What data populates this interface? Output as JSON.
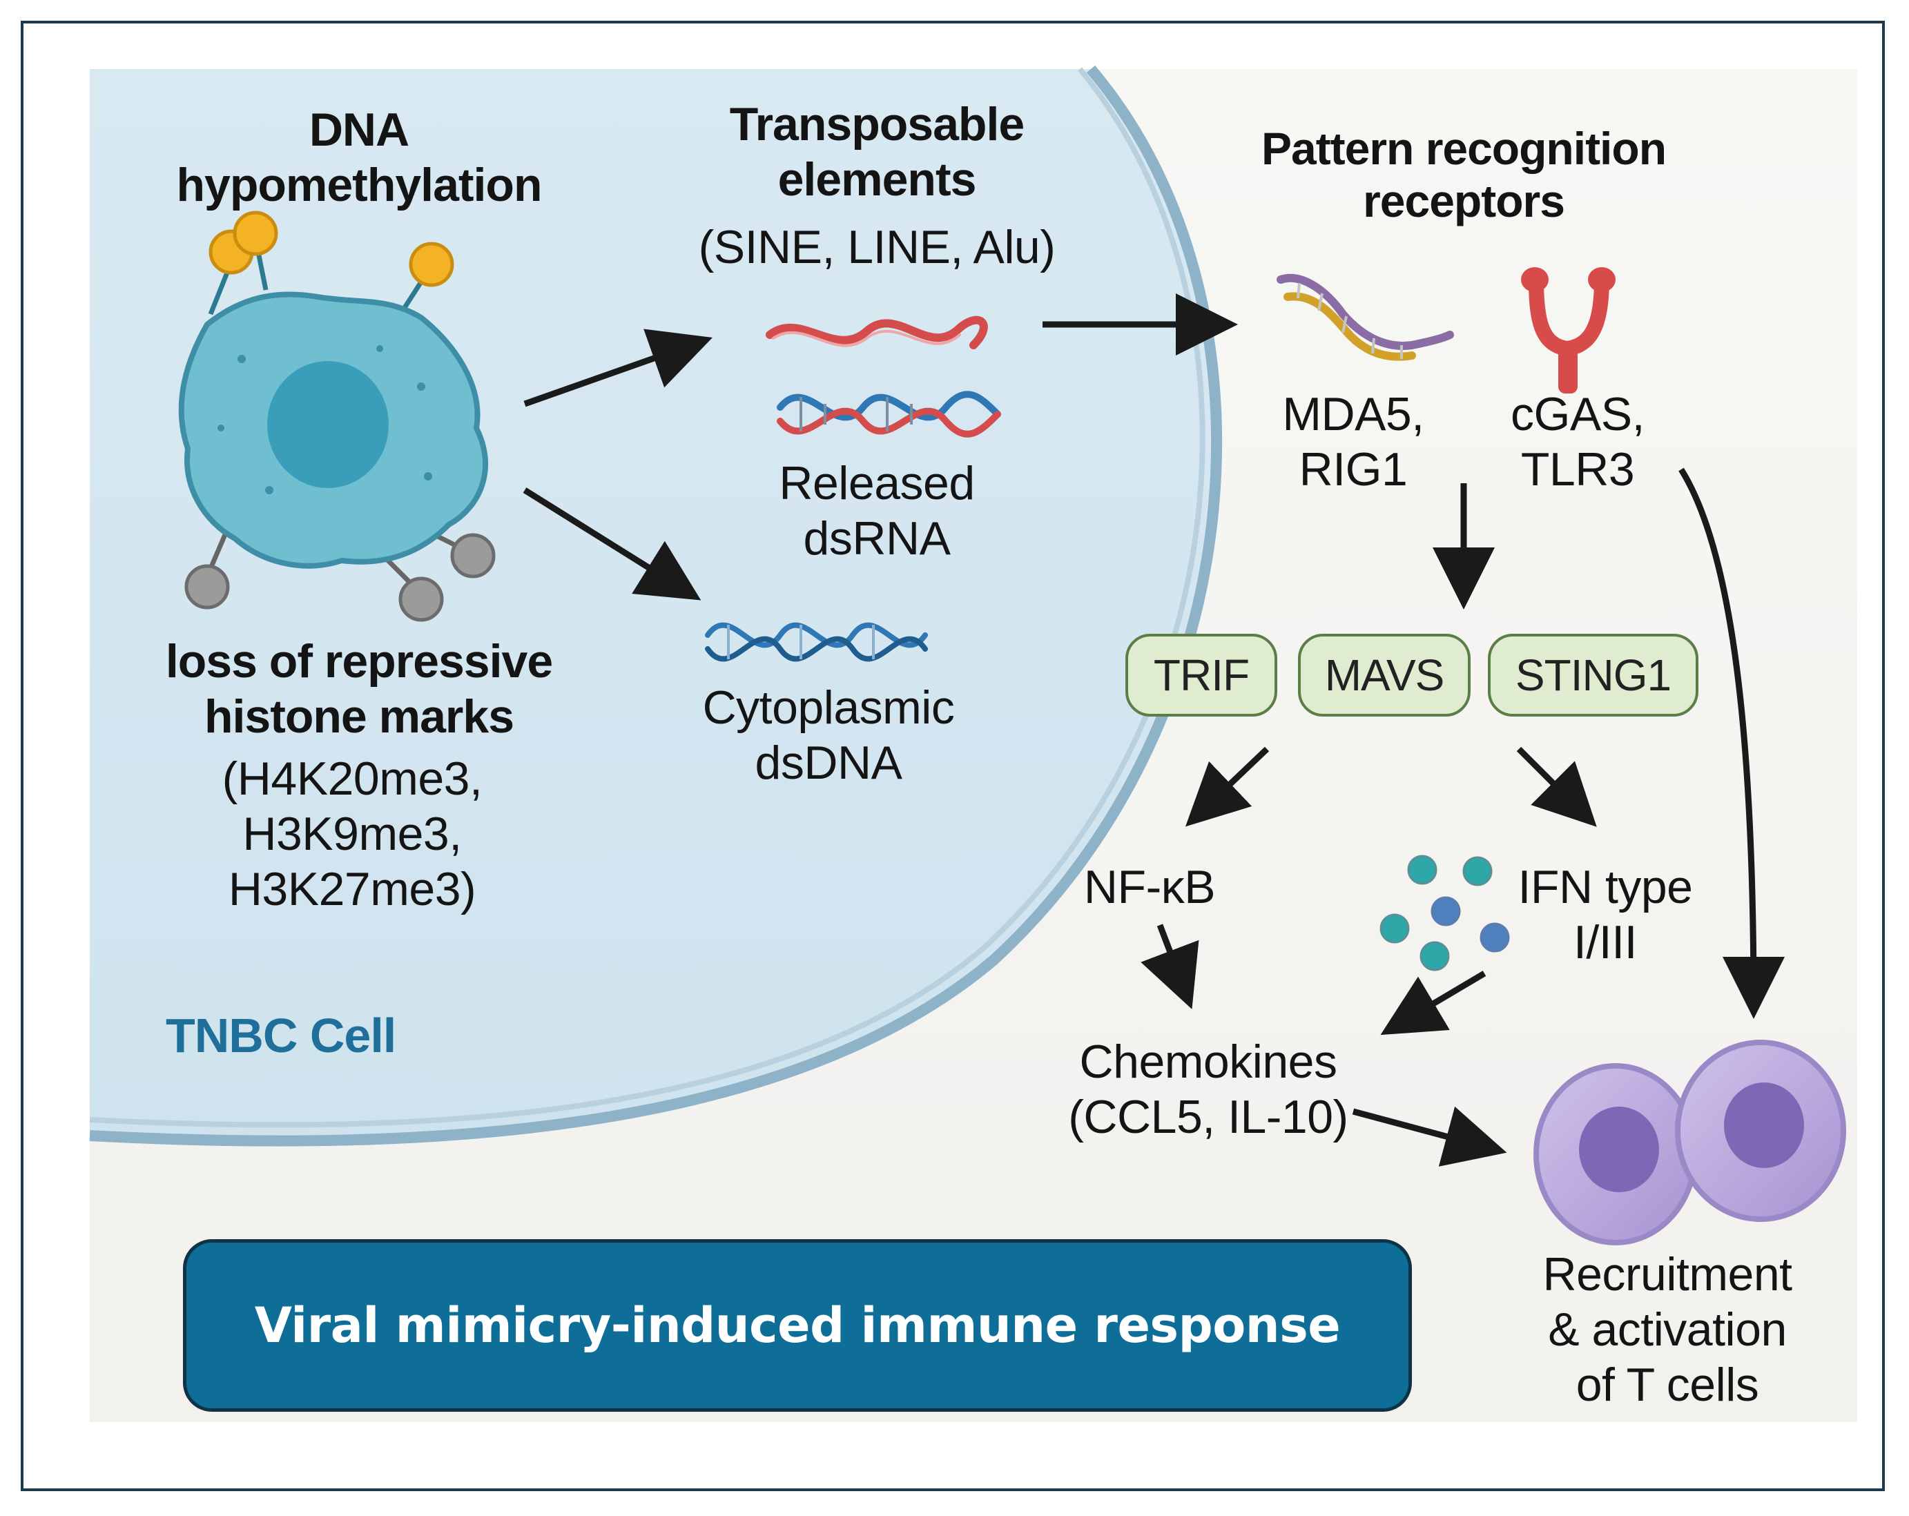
{
  "labels": {
    "dna_hypomethylation": "DNA\nhypomethylation",
    "loss_repressive_marks": "loss of repressive\nhistone marks",
    "histone_marks_list": "(H4K20me3,\nH3K9me3,\nH3K27me3)",
    "tnbc_cell": "TNBC Cell",
    "transposable_title": "Transposable\nelements",
    "transposable_types": "(SINE, LINE, Alu)",
    "released_dsrna": "Released\ndsRNA",
    "cytoplasmic_dsdna": "Cytoplasmic\ndsDNA",
    "prr_title": "Pattern recognition\nreceptors",
    "mda5_rig1": "MDA5,\nRIG1",
    "cgas_tlr3": "cGAS,\nTLR3",
    "nfkb": "NF-κB",
    "ifn": "IFN type\nI/III",
    "chemokines": "Chemokines\n(CCL5, IL-10)",
    "recruitment": "Recruitment\n& activation\nof T cells"
  },
  "adapters": [
    "TRIF",
    "MAVS",
    "STING1"
  ],
  "banner": {
    "text": "Viral mimicry-induced immune response"
  },
  "colors": {
    "cell_fill": "#d7e7f1",
    "cell_border": "#8eb2c8",
    "tumor_cell": "#6fbfd0",
    "tumor_border": "#3f8ea8",
    "nucleus": "#3a9dba",
    "methyl_marker": "#f4b225",
    "histone_marker": "#9b9b9b",
    "rna_red": "#d44c4c",
    "dna_blue": "#2f77b5",
    "receptor_red": "#d84b4b",
    "adapter_fill": "#dfeccf",
    "adapter_border": "#5a7e45",
    "ifn_dot_teal": "#2ea7a9",
    "ifn_dot_blue": "#4f7fbd",
    "t_cell": "#b7a6d8",
    "t_cell_nucleus": "#8067b5",
    "banner_fill": "#0f6e97",
    "banner_border": "#113246",
    "arrow": "#1a1a1a"
  },
  "icons": {
    "tumor_cell": "tumor-cell-icon",
    "rna": "rna-strand-icon",
    "dna": "dna-helix-icon",
    "mda5": "mda5-receptor-icon",
    "cgas": "cgas-receptor-icon",
    "ifn": "ifn-dots-icon",
    "t_cells": "t-cell-icon"
  }
}
